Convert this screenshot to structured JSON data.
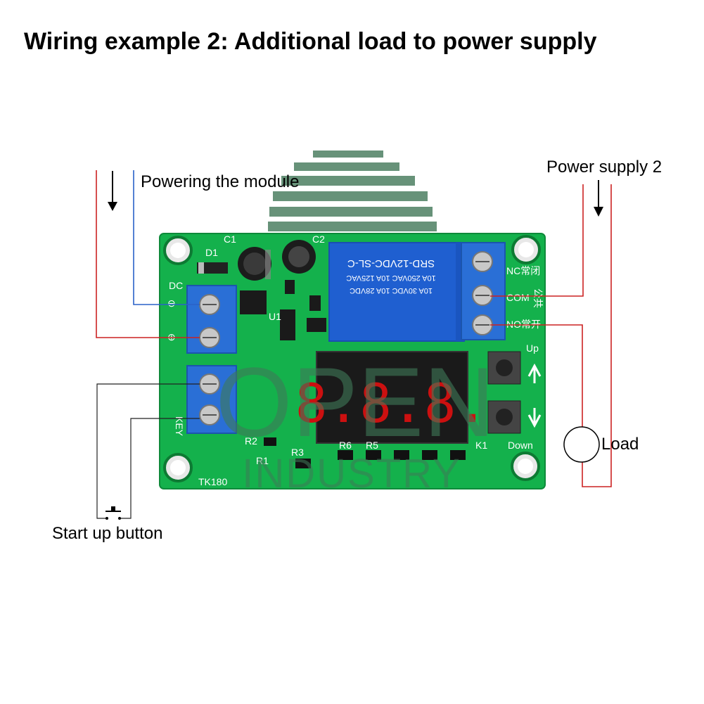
{
  "title": "Wiring example 2: Additional load to power supply",
  "labels": {
    "powering_module": "Powering the module",
    "power_supply_2": "Power supply 2",
    "load": "Load",
    "start_button": "Start up button"
  },
  "board": {
    "relay_model": "SRD-12VDC-SL-C",
    "relay_rating_1": "10A 250VAC  10A 125VAC",
    "relay_rating_2": "10A 30VDC  10A 28VDC",
    "dc_label": "DC",
    "minus_label": "⊖",
    "plus_label": "⊕",
    "key_label": "KEY",
    "terminal_nc": "NC常闭",
    "terminal_com": "COM",
    "terminal_com_cn": "公共",
    "terminal_no": "NO常开",
    "up_label": "Up",
    "down_label": "Down",
    "display_text": "8.8.8.",
    "board_id": "TK180",
    "part_labels": [
      "D1",
      "C1",
      "C2",
      "U1",
      "R1",
      "R3",
      "R6",
      "R5",
      "K1",
      "R2"
    ]
  },
  "watermark": {
    "line1": "OPEN",
    "line2": "INDUSTRY"
  },
  "colors": {
    "pcb": "#12b24a",
    "terminal": "#2a6fd6",
    "relay": "#1f5fd0",
    "wire_red": "#cc2222",
    "wire_blue": "#2a62c8",
    "wire_black": "#222222",
    "watermark": "#3f7a58"
  }
}
